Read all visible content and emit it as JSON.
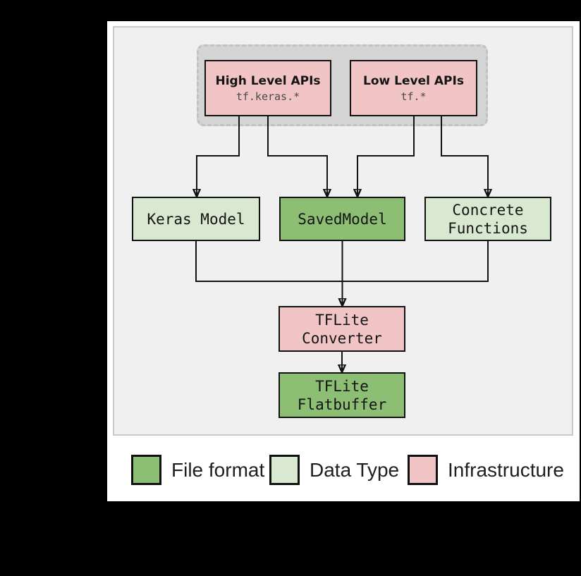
{
  "colors": {
    "file-format-green": "#8cbe73",
    "data-type-green": "#d9e8d0",
    "infrastructure-pink": "#f1c5c5",
    "api-container-gray": "#d4d4d4",
    "dash-border": "#c2c2c2",
    "panel-bg": "#f0f0f0",
    "panel-border": "#c9c9c9",
    "stroke-dark": "#111111"
  },
  "diagram": {
    "api_group": {
      "high_level": {
        "title": "High Level APIs",
        "api": "tf.keras.*"
      },
      "low_level": {
        "title": "Low Level APIs",
        "api": "tf.*"
      }
    },
    "nodes": {
      "keras_model": "Keras Model",
      "saved_model": "SavedModel",
      "concrete_functions": "Concrete\nFunctions",
      "tflite_converter": "TFLite\nConverter",
      "tflite_flatbuffer": "TFLite\nFlatbuffer"
    }
  },
  "legend": {
    "items": [
      {
        "label": "File format"
      },
      {
        "label": "Data Type"
      },
      {
        "label": "Infrastructure"
      }
    ]
  }
}
